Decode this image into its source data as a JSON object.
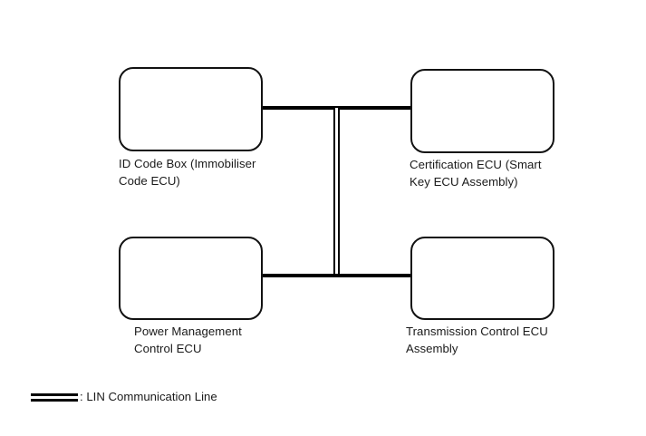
{
  "diagram": {
    "type": "block-diagram",
    "title": "",
    "nodes": [
      {
        "id": "id-code-box",
        "label": "ID Code Box (Immobiliser\nCode ECU)",
        "shape": "rounded-rectangle"
      },
      {
        "id": "certification-ecu",
        "label": "Certification ECU (Smart\nKey ECU Assembly)",
        "shape": "rounded-rectangle"
      },
      {
        "id": "power-management-control-ecu",
        "label": "Power Management\nControl ECU",
        "shape": "rounded-rectangle"
      },
      {
        "id": "transmission-control-ecu",
        "label": "Transmission Control ECU\nAssembly",
        "shape": "rounded-rectangle"
      }
    ],
    "connections": [
      {
        "id": "bus-upper",
        "from": "id-code-box",
        "to": "certification-ecu",
        "style": "lin"
      },
      {
        "id": "bus-lower",
        "from": "power-management-control-ecu",
        "to": "transmission-control-ecu",
        "style": "lin"
      },
      {
        "id": "bus-trunk",
        "from": "bus-upper",
        "to": "bus-lower",
        "style": "lin"
      }
    ],
    "colors": {
      "line": "#000000",
      "line_core": "#ffffff",
      "box_border": "#121212",
      "background": "#ffffff",
      "text": "#1a1a1a"
    }
  },
  "legend": {
    "symbol": "lin-line-swatch",
    "text": ": LIN Communication Line"
  }
}
